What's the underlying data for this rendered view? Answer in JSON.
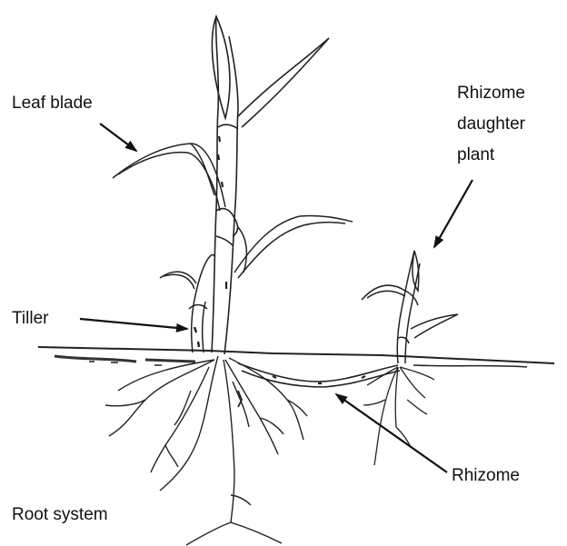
{
  "diagram": {
    "labels": {
      "leaf_blade": "Leaf blade",
      "rhizome_daughter_plant": [
        "Rhizome",
        "daughter",
        "plant"
      ],
      "tiller": "Tiller",
      "rhizome": "Rhizome",
      "root_system": "Root system"
    },
    "colors": {
      "ink": "#111111",
      "background": "#ffffff"
    }
  }
}
